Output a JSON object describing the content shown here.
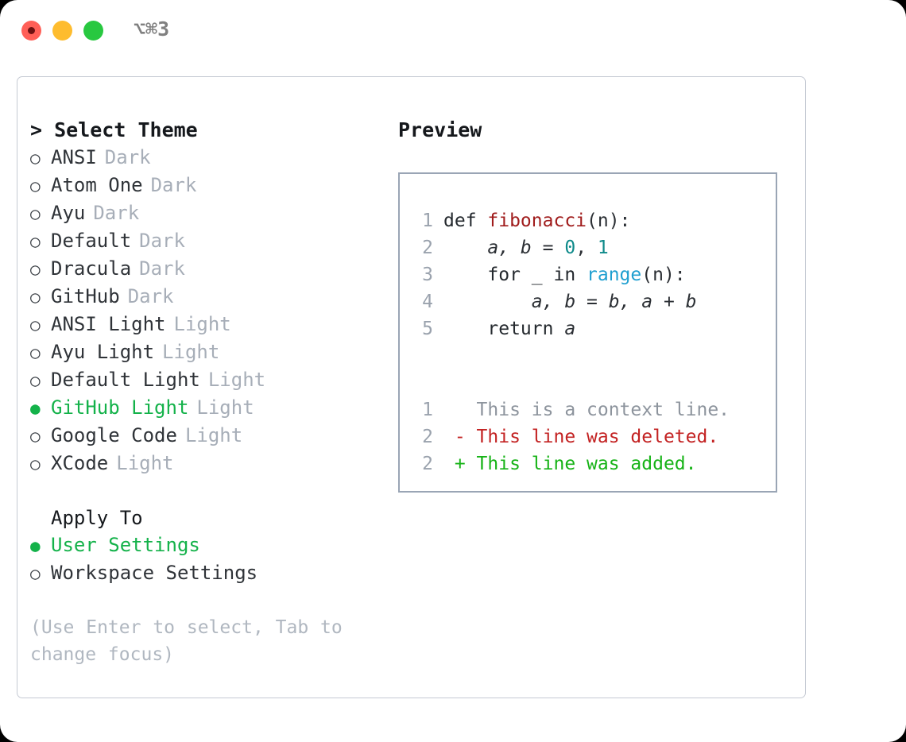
{
  "titlebar": {
    "shortcut": "⌥⌘3",
    "lights": [
      {
        "name": "close",
        "color": "#ff5f57"
      },
      {
        "name": "minimize",
        "color": "#febc2e"
      },
      {
        "name": "zoom",
        "color": "#28c840"
      }
    ]
  },
  "theme_picker": {
    "heading": "> Select Theme",
    "items": [
      {
        "marker": "○",
        "name": "ANSI",
        "tag": "Dark",
        "selected": false
      },
      {
        "marker": "○",
        "name": "Atom One",
        "tag": "Dark",
        "selected": false
      },
      {
        "marker": "○",
        "name": "Ayu",
        "tag": "Dark",
        "selected": false
      },
      {
        "marker": "○",
        "name": "Default",
        "tag": "Dark",
        "selected": false
      },
      {
        "marker": "○",
        "name": "Dracula",
        "tag": "Dark",
        "selected": false
      },
      {
        "marker": "○",
        "name": "GitHub",
        "tag": "Dark",
        "selected": false
      },
      {
        "marker": "○",
        "name": "ANSI Light",
        "tag": "Light",
        "selected": false
      },
      {
        "marker": "○",
        "name": "Ayu Light",
        "tag": "Light",
        "selected": false
      },
      {
        "marker": "○",
        "name": "Default Light",
        "tag": "Light",
        "selected": false
      },
      {
        "marker": "●",
        "name": "GitHub Light",
        "tag": "Light",
        "selected": true
      },
      {
        "marker": "○",
        "name": "Google Code",
        "tag": "Light",
        "selected": false
      },
      {
        "marker": "○",
        "name": "XCode",
        "tag": "Light",
        "selected": false
      }
    ]
  },
  "apply_to": {
    "heading": "Apply To",
    "items": [
      {
        "marker": "●",
        "name": "User Settings",
        "selected": true
      },
      {
        "marker": "○",
        "name": "Workspace Settings",
        "selected": false
      }
    ]
  },
  "hint": "(Use Enter to select, Tab to change focus)",
  "preview": {
    "title": "Preview",
    "code_lines": [
      {
        "number": "1",
        "tokens": [
          {
            "text": "def ",
            "kind": "kw"
          },
          {
            "text": "fibonacci",
            "kind": "fn"
          },
          {
            "text": "(n):",
            "kind": "plain"
          }
        ]
      },
      {
        "number": "2",
        "tokens": [
          {
            "text": "    ",
            "kind": "plain"
          },
          {
            "text": "a, b",
            "kind": "var"
          },
          {
            "text": " = ",
            "kind": "plain"
          },
          {
            "text": "0",
            "kind": "num"
          },
          {
            "text": ", ",
            "kind": "plain"
          },
          {
            "text": "1",
            "kind": "num"
          }
        ]
      },
      {
        "number": "3",
        "tokens": [
          {
            "text": "    for _ in ",
            "kind": "kw"
          },
          {
            "text": "range",
            "kind": "call"
          },
          {
            "text": "(n):",
            "kind": "plain"
          }
        ]
      },
      {
        "number": "4",
        "tokens": [
          {
            "text": "        ",
            "kind": "plain"
          },
          {
            "text": "a, b",
            "kind": "var"
          },
          {
            "text": " = ",
            "kind": "plain"
          },
          {
            "text": "b, a + b",
            "kind": "var"
          }
        ]
      },
      {
        "number": "5",
        "tokens": [
          {
            "text": "    return ",
            "kind": "kw"
          },
          {
            "text": "a",
            "kind": "var"
          }
        ]
      }
    ],
    "diff_lines": [
      {
        "number": "1",
        "prefix": " ",
        "text": "This is a context line.",
        "kind": "ctx"
      },
      {
        "number": "2",
        "prefix": "-",
        "text": "This line was deleted.",
        "kind": "del"
      },
      {
        "number": "2",
        "prefix": "+",
        "text": "This line was added.",
        "kind": "add"
      }
    ]
  },
  "colors": {
    "accent_green": "#14b24a",
    "muted": "#a7aeb8",
    "hint": "#b0b7c0",
    "border_panel": "#c5cad3",
    "border_code": "#9aa5b5",
    "diff_add": "#17b317",
    "diff_del": "#c32222",
    "syntax_fn": "#a01c1c",
    "syntax_num": "#0e8a8a",
    "syntax_call": "#1f9fd0"
  }
}
